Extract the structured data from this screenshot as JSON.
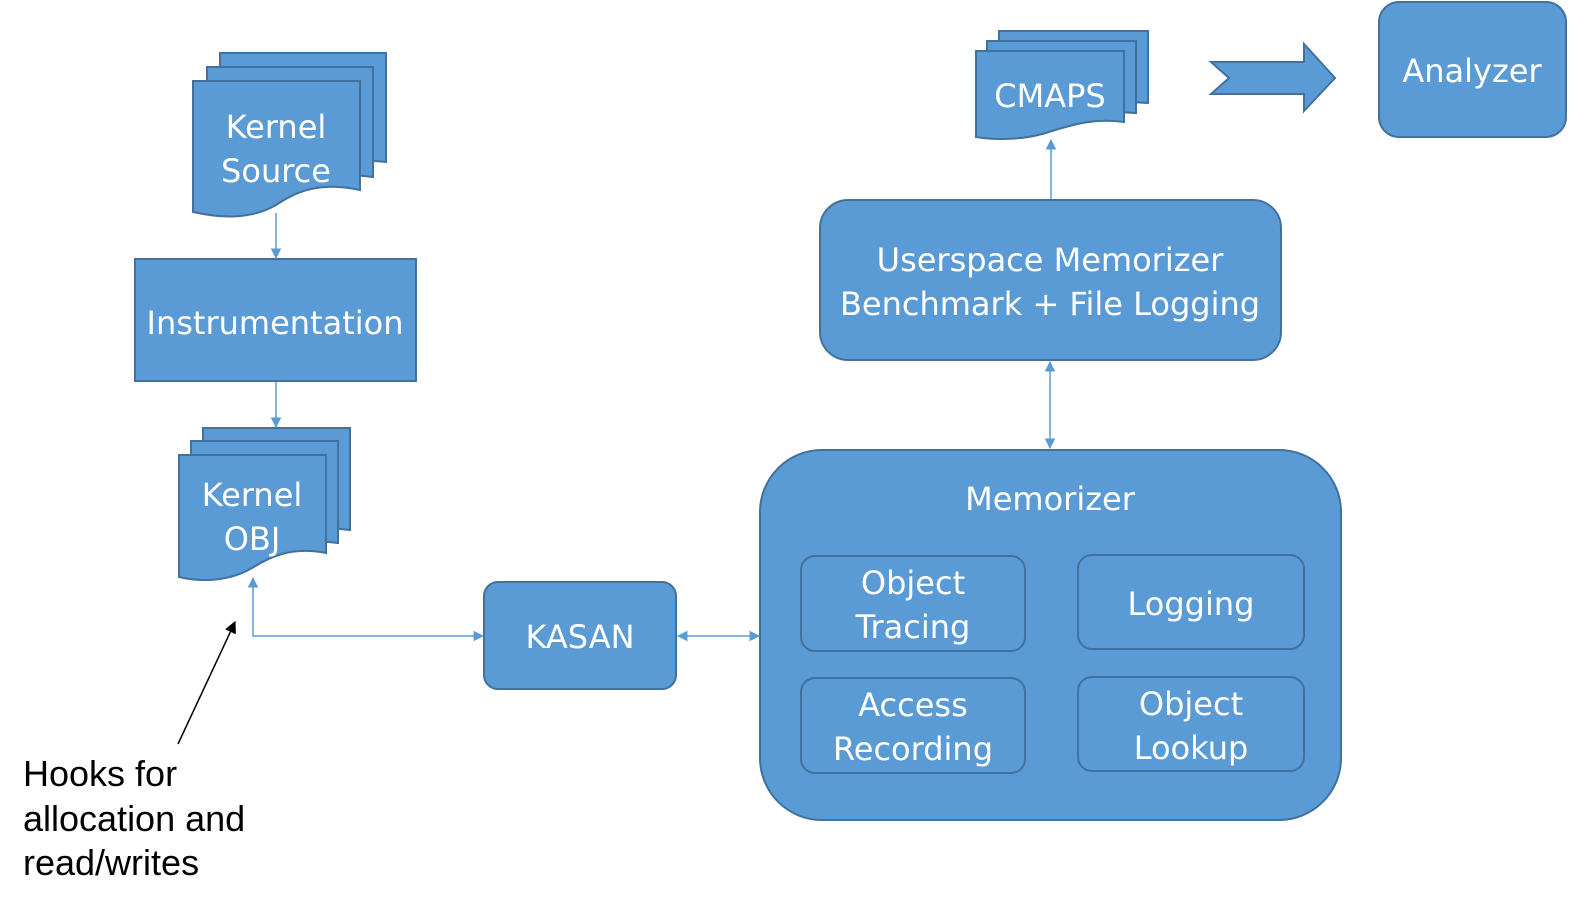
{
  "nodes": {
    "kernel_source": [
      "Kernel",
      "Source"
    ],
    "instrumentation": "Instrumentation",
    "kernel_obj": [
      "Kernel",
      "OBJ"
    ],
    "kasan": "KASAN",
    "memorizer": "Memorizer",
    "object_tracing": [
      "Object",
      "Tracing"
    ],
    "logging": "Logging",
    "access_recording": [
      "Access",
      "Recording"
    ],
    "object_lookup": [
      "Object",
      "Lookup"
    ],
    "userspace": [
      "Userspace Memorizer",
      "Benchmark + File Logging"
    ],
    "cmaps": "CMAPS",
    "analyzer": "Analyzer"
  },
  "annotation": [
    "Hooks for",
    "allocation and",
    "read/writes"
  ],
  "colors": {
    "fill": "#5b9bd5",
    "stroke": "#41719c",
    "text": "#ffffff",
    "connector": "#5b9bd5"
  }
}
